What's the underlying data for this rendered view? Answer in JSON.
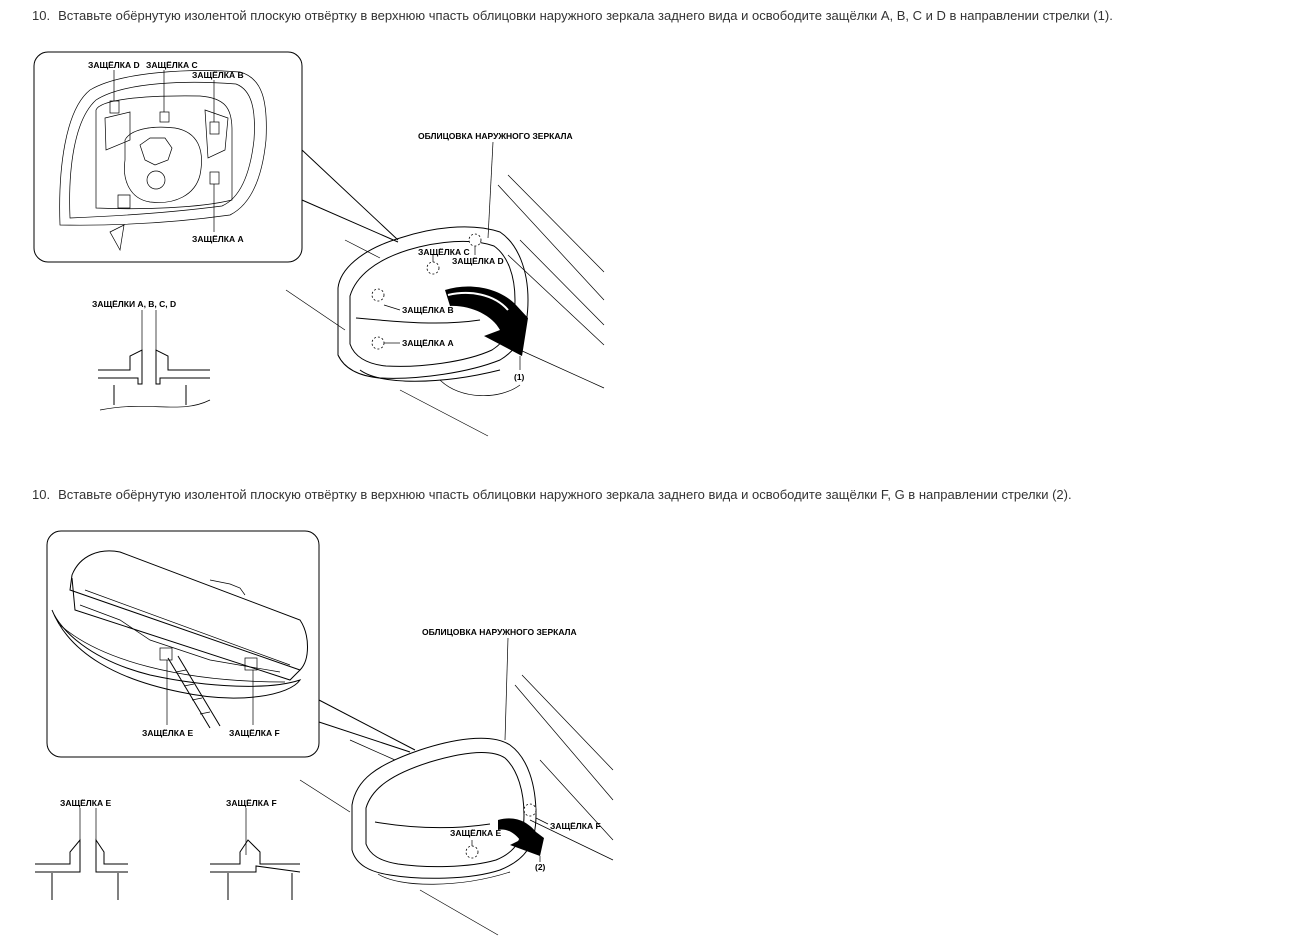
{
  "steps": [
    {
      "number": "10.",
      "text": "Вставьте обёрнутую изолентой плоскую отвёртку в верхнюю чпасть облицовки наружного зеркала заднего вида и освободите защёлки A, B, C и D в направлении стрелки (1).",
      "labels": {
        "latch_d": "ЗАЩЁЛКА D",
        "latch_c": "ЗАЩЁЛКА C",
        "latch_b": "ЗАЩЁЛКА B",
        "latch_a": "ЗАЩЁЛКА A",
        "cover": "ОБЛИЦОВКА НАРУЖНОГО ЗЕРКАЛА",
        "latches_abcd": "ЗАЩЁЛКИ A, B, C, D",
        "arrow": "(1)"
      }
    },
    {
      "number": "10.",
      "text": "Вставьте обёрнутую изолентой плоскую отвёртку в верхнюю чпасть облицовки наружного зеркала заднего вида и освободите защёлки F, G в направлении стрелки (2).",
      "labels": {
        "latch_e": "ЗАЩЁЛКА E",
        "latch_f": "ЗАЩЁЛКА F",
        "cover": "ОБЛИЦОВКА НАРУЖНОГО ЗЕРКАЛА",
        "arrow": "(2)"
      }
    }
  ]
}
